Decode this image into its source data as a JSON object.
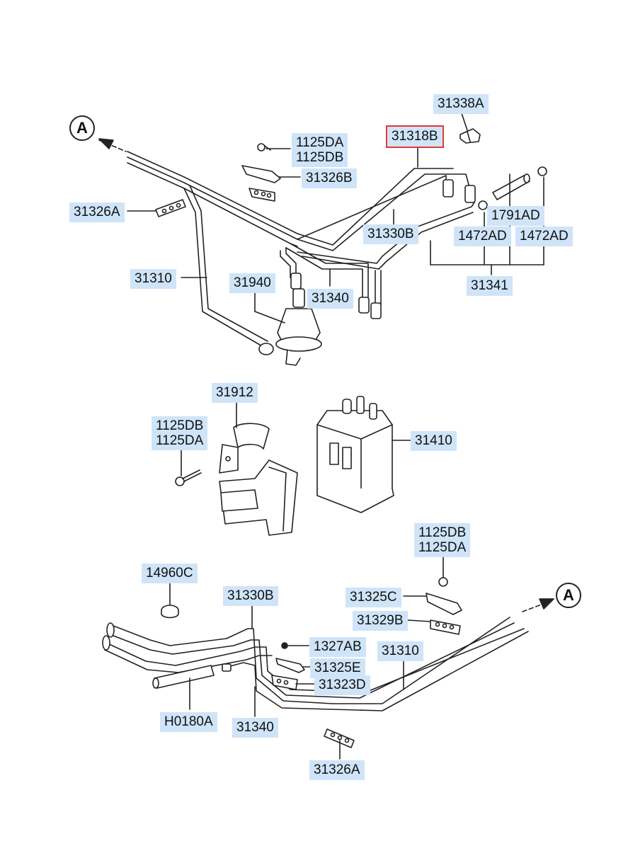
{
  "parts": {
    "p31338A": "31338A",
    "p31318B": "31318B",
    "p1125DA_top": "1125DA",
    "p1125DB_top": "1125DB",
    "p31326B": "31326B",
    "p31326A_top": "31326A",
    "p1791AD": "1791AD",
    "p31330B_top": "31330B",
    "p1472AD_a": "1472AD",
    "p1472AD_b": "1472AD",
    "p31310_top": "31310",
    "p31940": "31940",
    "p31340_top": "31340",
    "p31341": "31341",
    "p31912": "31912",
    "p1125DB_mid": "1125DB",
    "p1125DA_mid": "1125DA",
    "p31410": "31410",
    "p1125DB_low": "1125DB",
    "p1125DA_low": "1125DA",
    "p14960C": "14960C",
    "p31330B_bot": "31330B",
    "p31325C": "31325C",
    "p31329B": "31329B",
    "p1327AB": "1327AB",
    "p31310_bot": "31310",
    "p31325E": "31325E",
    "p31323D": "31323D",
    "pH0180A": "H0180A",
    "p31340_bot": "31340",
    "p31326A_bot": "31326A"
  },
  "refs": {
    "a_top": "A",
    "a_bot": "A"
  },
  "colors": {
    "label_bg": "#cfe4f8",
    "selected_outline": "#e53935",
    "line": "#222222"
  },
  "selected_part": "31318B"
}
